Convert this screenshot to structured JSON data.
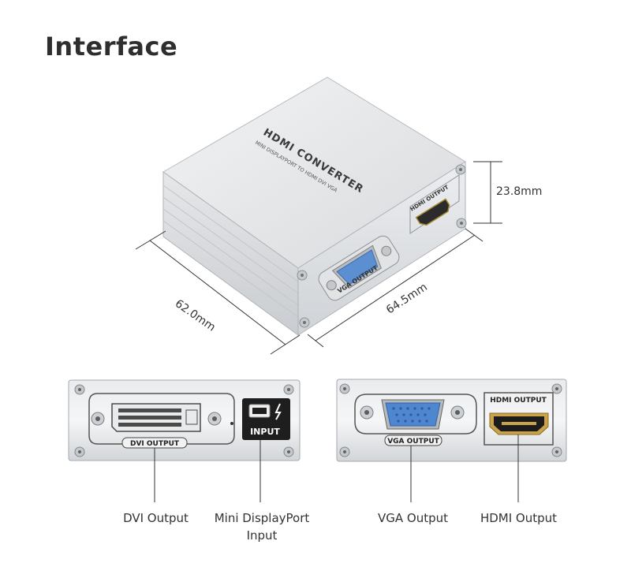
{
  "title": "Interface",
  "device": {
    "top_line1": "HDMI CONVERTER",
    "top_line2": "MINI DISPLAYPORT TO HDMI DVI VGA",
    "hdmi_label": "HDMI OUTPUT",
    "vga_label": "VGA OUTPUT"
  },
  "dimensions": {
    "height": "23.8mm",
    "depth": "62.0mm",
    "width": "64.5mm"
  },
  "left_panel": {
    "dvi_tag": "DVI OUTPUT",
    "input_tag": "INPUT"
  },
  "right_panel": {
    "vga_tag": "VGA OUTPUT",
    "hdmi_tag": "HDMI OUTPUT"
  },
  "callouts": {
    "dvi": "DVI Output",
    "minidp_line1": "Mini DisplayPort",
    "minidp_line2": "Input",
    "vga": "VGA Output",
    "hdmi": "HDMI Output"
  }
}
